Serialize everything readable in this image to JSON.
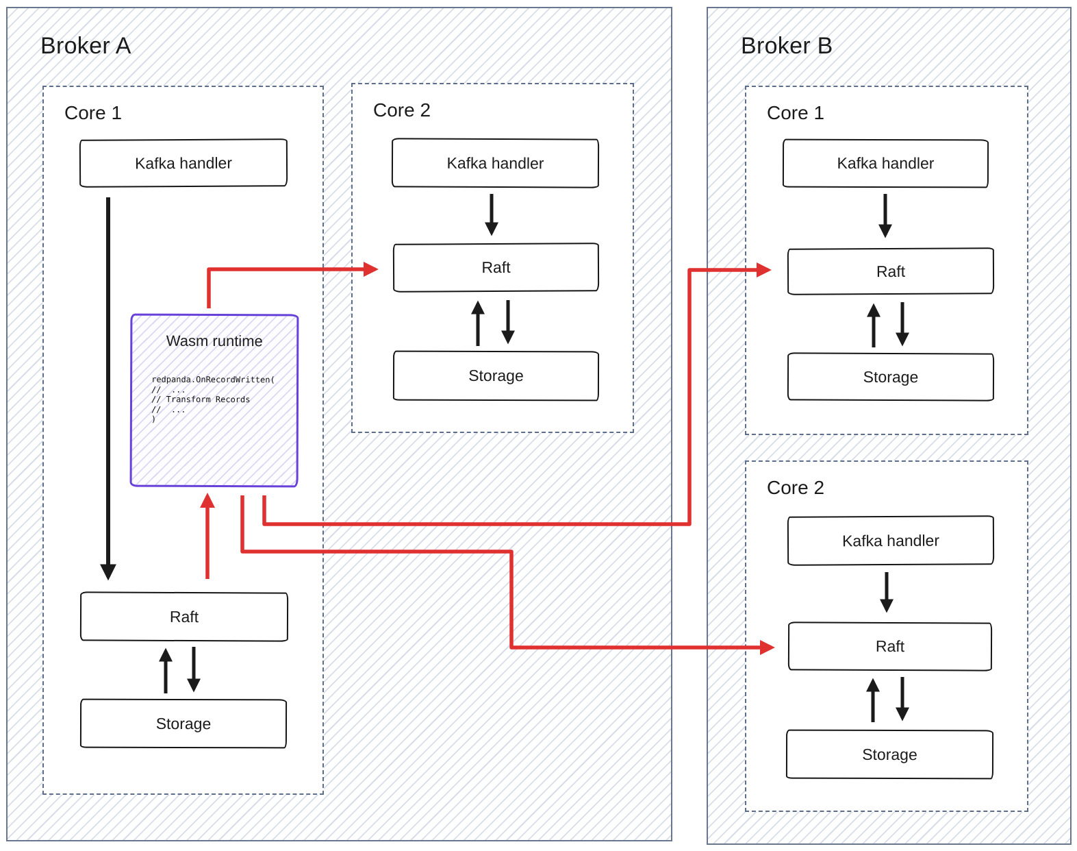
{
  "diagram": {
    "brokers": [
      {
        "label": "Broker A",
        "cores": [
          {
            "label": "Core 1",
            "components": [
              {
                "label": "Kafka handler"
              },
              {
                "label": "Raft"
              },
              {
                "label": "Storage"
              }
            ],
            "wasm": {
              "title": "Wasm runtime",
              "code": "redpanda.OnRecordWritten(\n//  ...\n// Transform Records\n//  ...\n)"
            }
          },
          {
            "label": "Core 2",
            "components": [
              {
                "label": "Kafka handler"
              },
              {
                "label": "Raft"
              },
              {
                "label": "Storage"
              }
            ]
          }
        ]
      },
      {
        "label": "Broker B",
        "cores": [
          {
            "label": "Core 1",
            "components": [
              {
                "label": "Kafka handler"
              },
              {
                "label": "Raft"
              },
              {
                "label": "Storage"
              }
            ]
          },
          {
            "label": "Core 2",
            "components": [
              {
                "label": "Kafka handler"
              },
              {
                "label": "Raft"
              },
              {
                "label": "Storage"
              }
            ]
          }
        ]
      }
    ],
    "colors": {
      "ink": "#1b1b1b",
      "arrow_black": "#1a1a1a",
      "arrow_red": "#e03131",
      "wasm_border": "#6741d9",
      "broker_border": "#68768f",
      "core_border": "#5d6e8a",
      "hatch_line": "#d7dee8",
      "wasm_hatch_line": "#dcd7f2"
    }
  }
}
